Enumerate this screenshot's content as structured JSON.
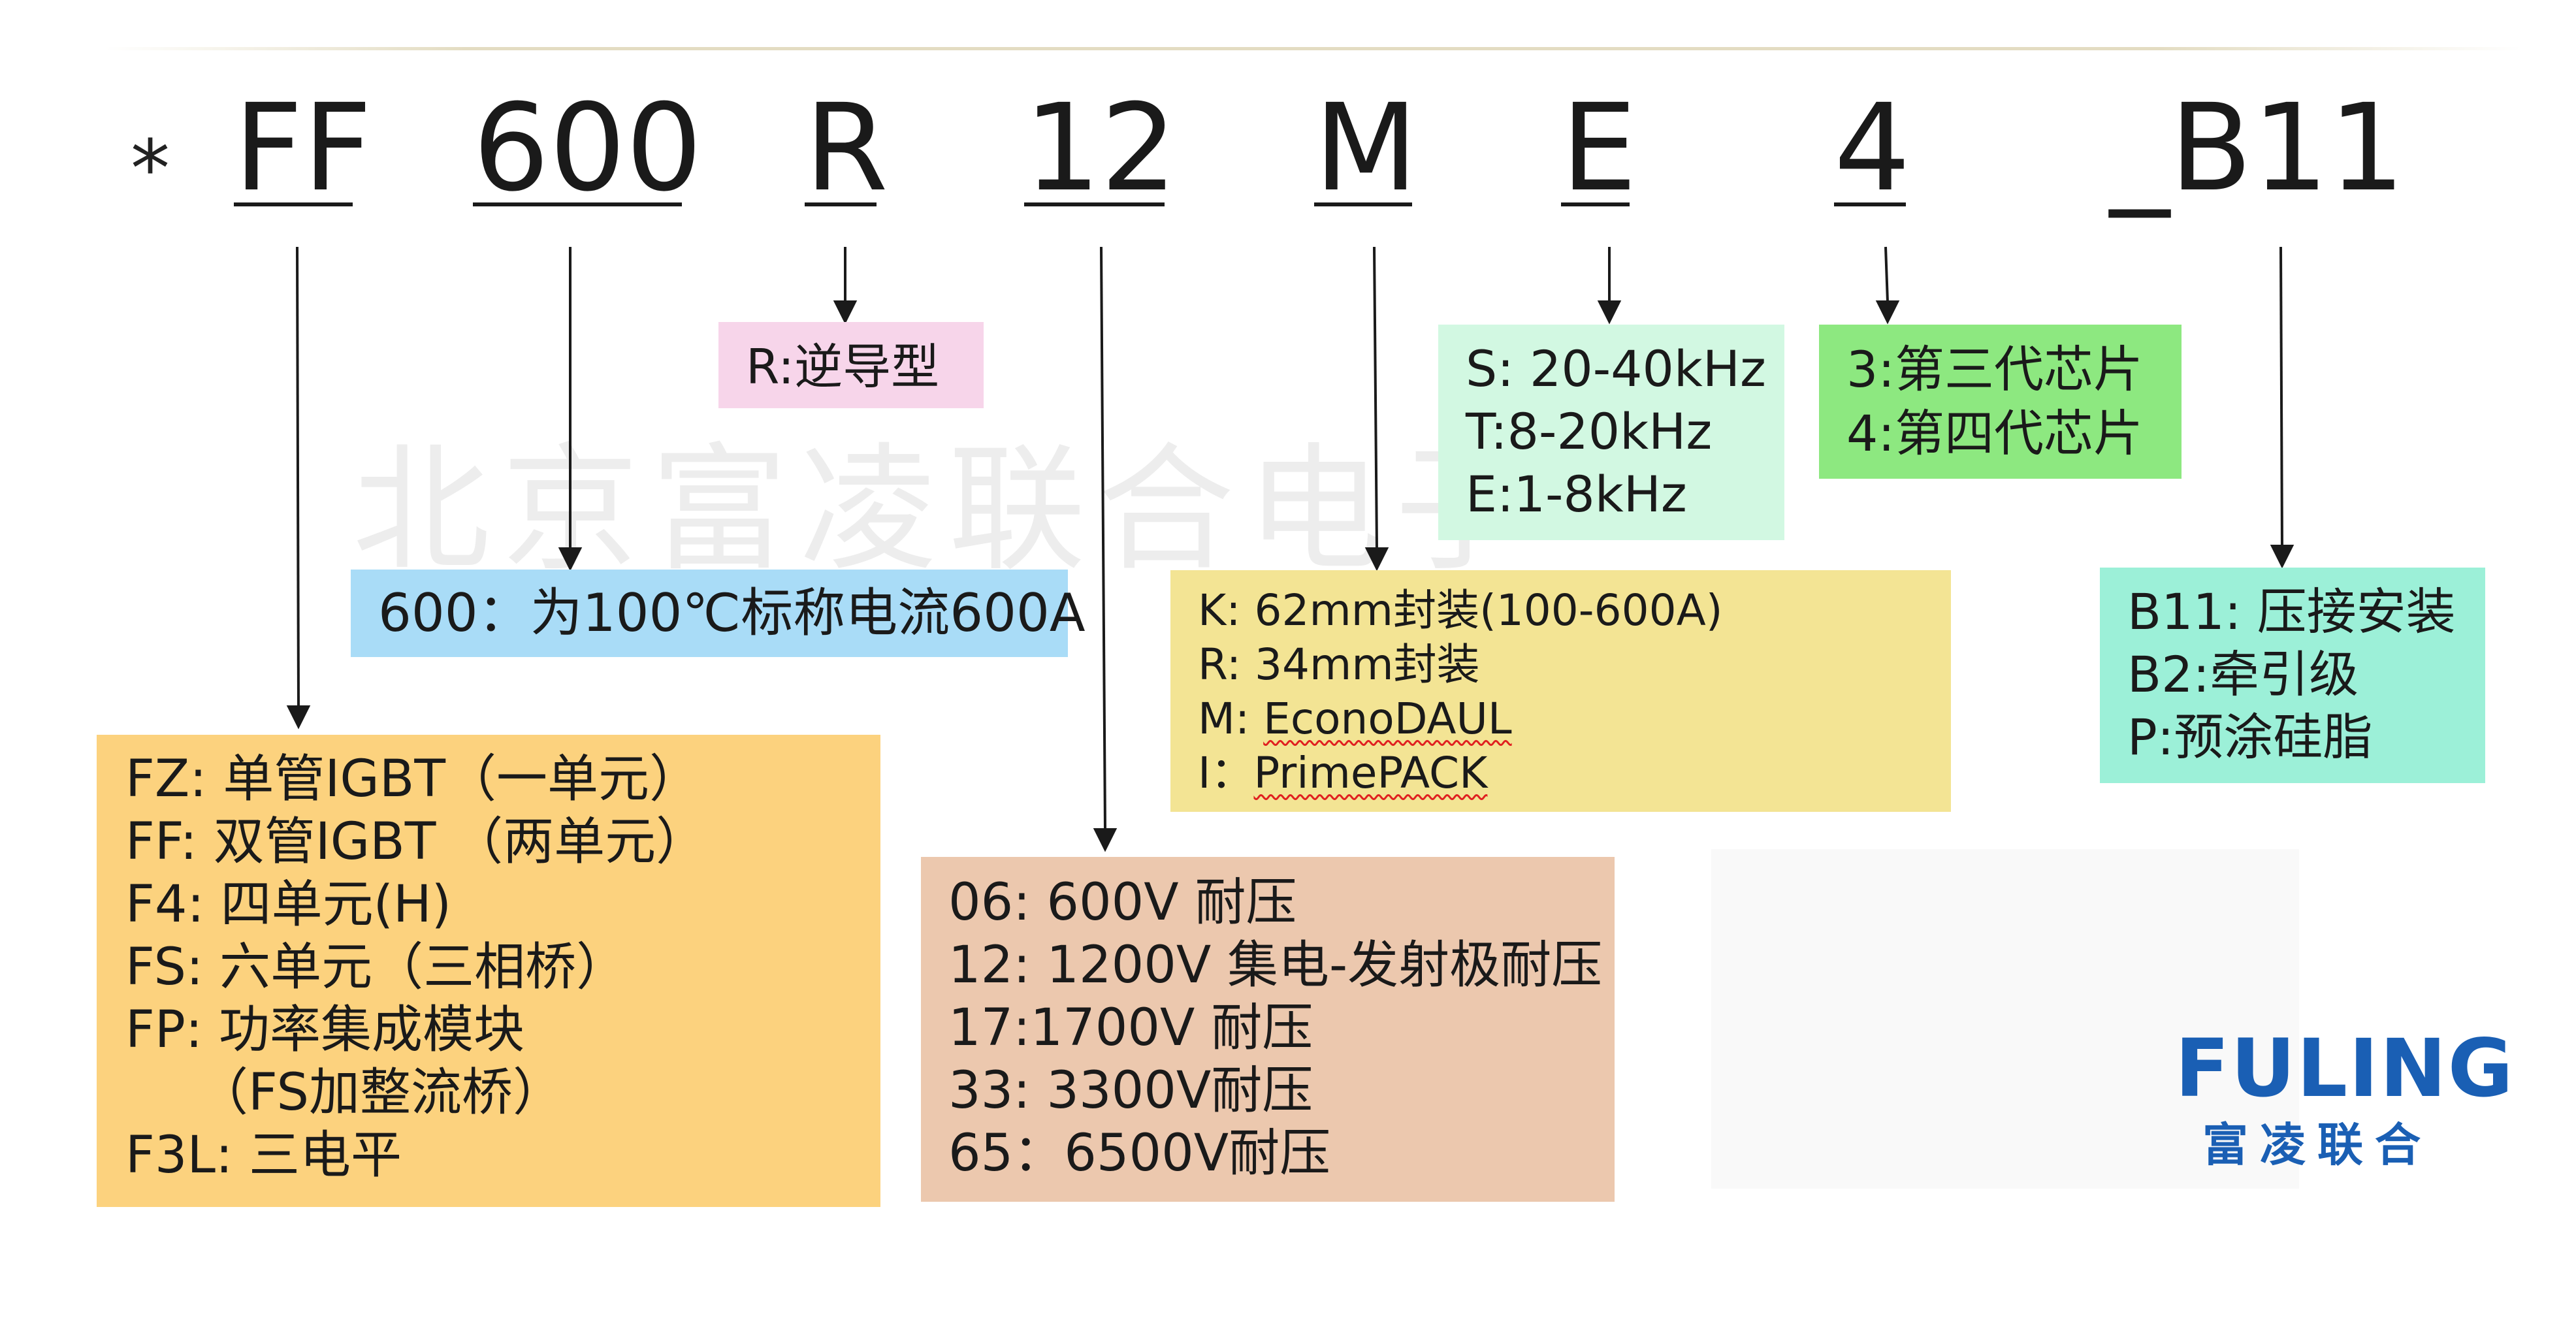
{
  "title_parts": {
    "star": "*",
    "p1": "FF",
    "p2": "600",
    "p3": "R",
    "p4": "12",
    "p5": "M",
    "p6": "E",
    "p7": "4",
    "p8": "_B11"
  },
  "watermark": "北京富凌联合电子",
  "boxes": {
    "reverse": {
      "color": "#f7d5ea",
      "lines": [
        "R:逆导型"
      ]
    },
    "current": {
      "color": "#a9dcf7",
      "lines": [
        "600：为100℃标称电流600A"
      ]
    },
    "topology": {
      "color": "#fcd27e",
      "lines": [
        "FZ: 单管IGBT（一单元）",
        "FF: 双管IGBT （两单元）",
        "F4: 四单元(H)",
        "FS: 六单元（三相桥）",
        "FP: 功率集成模块",
        "（FS加整流桥）",
        "F3L: 三电平"
      ]
    },
    "voltage": {
      "color": "#ecc8ae",
      "lines": [
        "06: 600V 耐压",
        "12: 1200V 集电-发射极耐压",
        "17:1700V 耐压",
        "33: 3300V耐压",
        "65：6500V耐压"
      ]
    },
    "frequency": {
      "color": "#d2f8e2",
      "lines": [
        "S: 20-40kHz",
        "T:8-20kHz",
        "E:1-8kHz"
      ]
    },
    "chip": {
      "color": "#8de880",
      "lines": [
        "3:第三代芯片",
        "4:第四代芯片"
      ]
    },
    "package": {
      "color": "#f3e494",
      "lines": [
        {
          "prefix": "K: ",
          "text": "62mm封装(100-600A)"
        },
        {
          "prefix": "R: ",
          "text": "34mm封装"
        },
        {
          "prefix": "M: ",
          "text": "EconoDAUL"
        },
        {
          "prefix": "I：",
          "text": "PrimePACK"
        }
      ]
    },
    "mount": {
      "color": "#9cf0d8",
      "lines": [
        "B11: 压接安装",
        "B2:牵引级",
        "P:预涂硅脂"
      ]
    }
  },
  "logo": {
    "name_en": "FULING",
    "name_cn": "富凌联合",
    "color": "#1a5fb4"
  }
}
